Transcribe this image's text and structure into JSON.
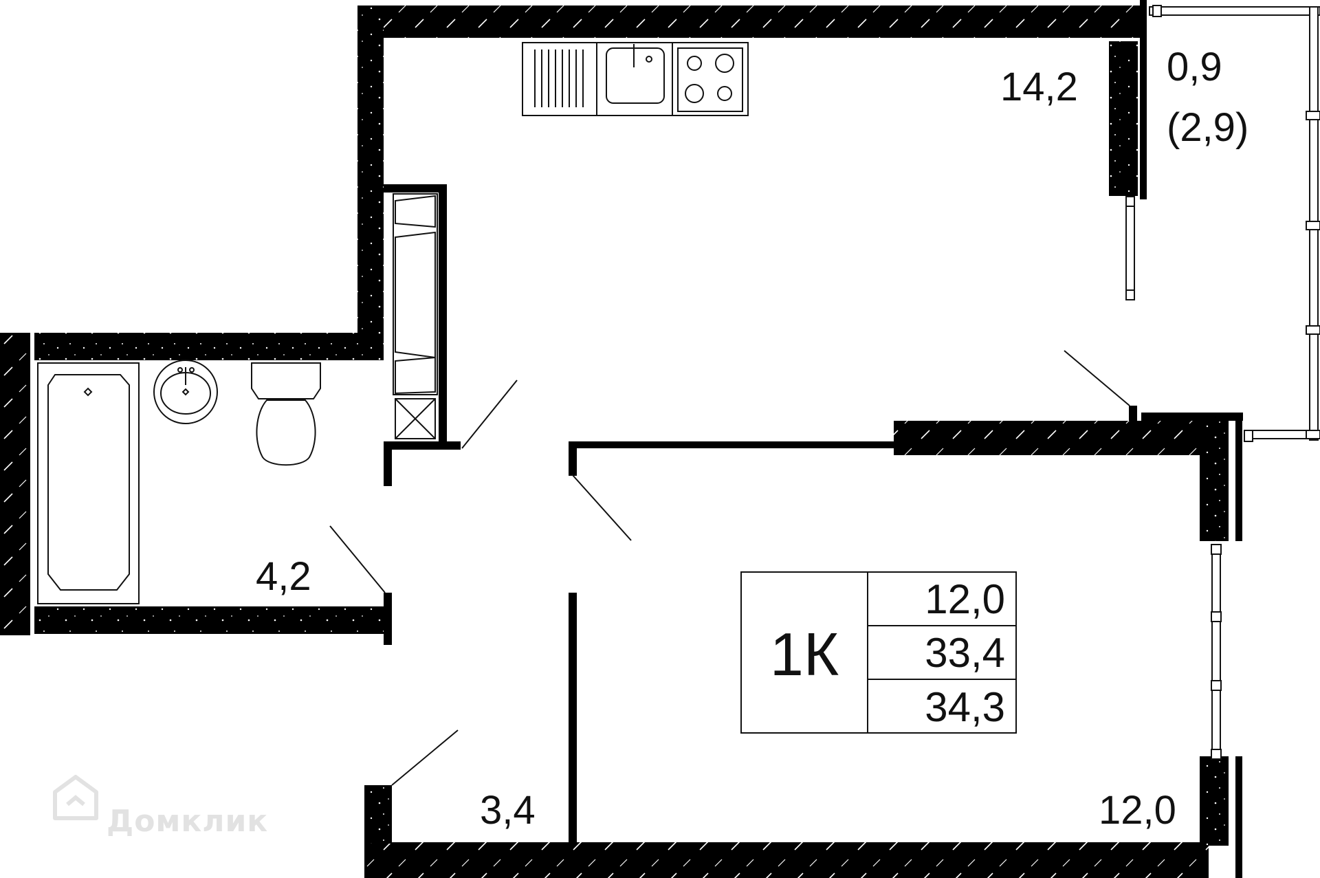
{
  "plan": {
    "rooms": [
      {
        "id": "kitchen",
        "area": "14,2"
      },
      {
        "id": "balcony",
        "area": "0,9",
        "area_full": "(2,9)"
      },
      {
        "id": "bathroom",
        "area": "4,2"
      },
      {
        "id": "hallway",
        "area": "3,4"
      },
      {
        "id": "bedroom",
        "area": "12,0"
      }
    ],
    "summary": {
      "type": "1К",
      "living_area": "12,0",
      "total_area": "33,4",
      "total_area_with_balcony": "34,3"
    }
  },
  "watermark": {
    "text": "Домклик",
    "color": "#e2e2e2"
  },
  "colors": {
    "wall": "#000000",
    "background": "#ffffff",
    "line": "#111111"
  }
}
